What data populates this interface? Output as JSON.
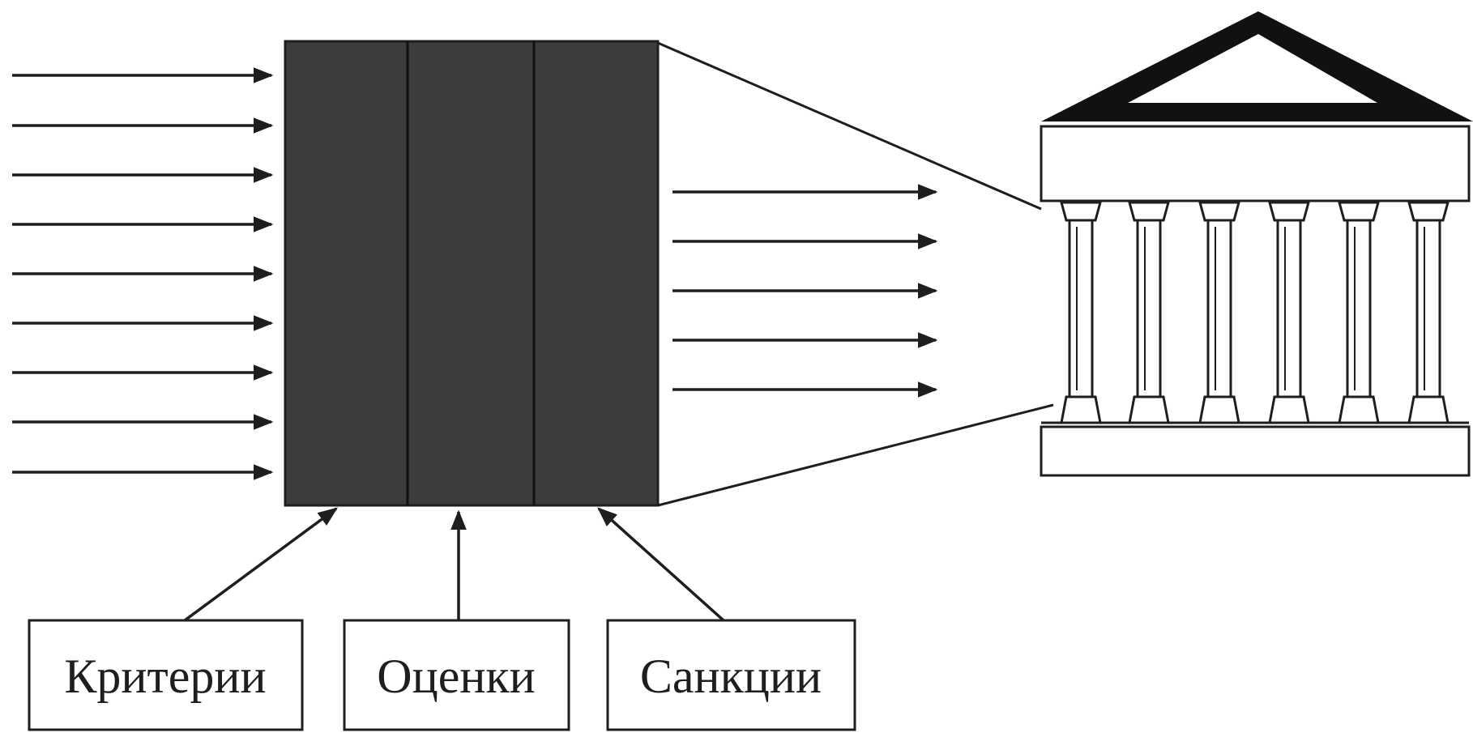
{
  "labels": {
    "criteria": "Критерии",
    "assessments": "Оценки",
    "sanctions": "Санкции"
  },
  "icons": {
    "block": "filter-block",
    "building": "temple-icon"
  },
  "colors": {
    "block_fill": "#3c3c3c",
    "line": "#1e1e1e",
    "background": "#ffffff"
  }
}
